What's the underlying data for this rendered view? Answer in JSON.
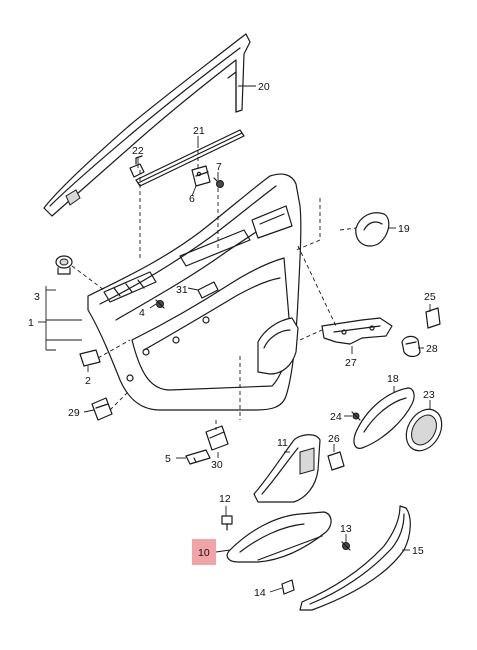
{
  "highlight_color": "#f1a3a8",
  "highlighted_part": "10",
  "callouts": {
    "p1": "1",
    "p2": "2",
    "p3": "3",
    "p4": "4",
    "p5": "5",
    "p6": "6",
    "p7": "7",
    "p10": "10",
    "p11": "11",
    "p12": "12",
    "p13": "13",
    "p14": "14",
    "p15": "15",
    "p18": "18",
    "p19": "19",
    "p20": "20",
    "p21": "21",
    "p22": "22",
    "p23": "23",
    "p24": "24",
    "p25": "25",
    "p26": "26",
    "p27": "27",
    "p28": "28",
    "p29": "29",
    "p30": "30",
    "p31": "31"
  }
}
